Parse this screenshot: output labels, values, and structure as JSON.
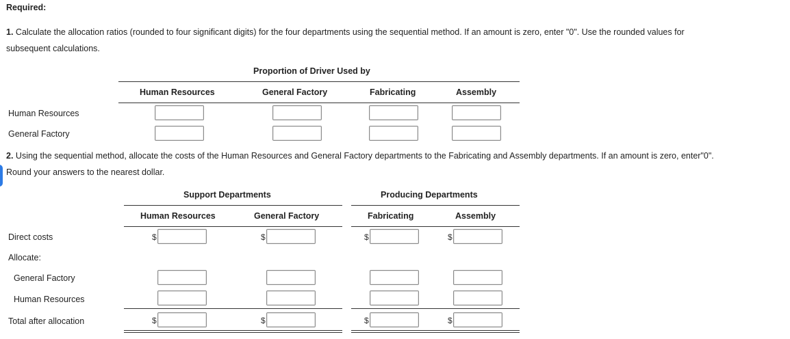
{
  "required_label": "Required:",
  "part1": {
    "num": "1.",
    "text_line1": " Calculate the allocation ratios (rounded to four significant digits) for the four departments using the sequential method. If an amount is zero, enter \"0\". Use the rounded values for",
    "text_line2": "subsequent calculations.",
    "group_header": "Proportion of Driver Used by",
    "columns": [
      "Human Resources",
      "General Factory",
      "Fabricating",
      "Assembly"
    ],
    "rows": [
      "Human Resources",
      "General Factory"
    ]
  },
  "part2": {
    "num": "2.",
    "text_line1": " Using the sequential method, allocate the costs of the Human Resources and General Factory departments to the Fabricating and Assembly departments. If an amount is zero, enter\"0\".",
    "text_line2": "Round your answers to the nearest dollar.",
    "support_header": "Support Departments",
    "producing_header": "Producing Departments",
    "columns": [
      "Human Resources",
      "General Factory",
      "Fabricating",
      "Assembly"
    ],
    "rows": {
      "direct_costs": "Direct costs",
      "allocate": "Allocate:",
      "general_factory": "General Factory",
      "human_resources": "Human Resources",
      "total": "Total after allocation"
    },
    "currency_symbol": "$"
  }
}
